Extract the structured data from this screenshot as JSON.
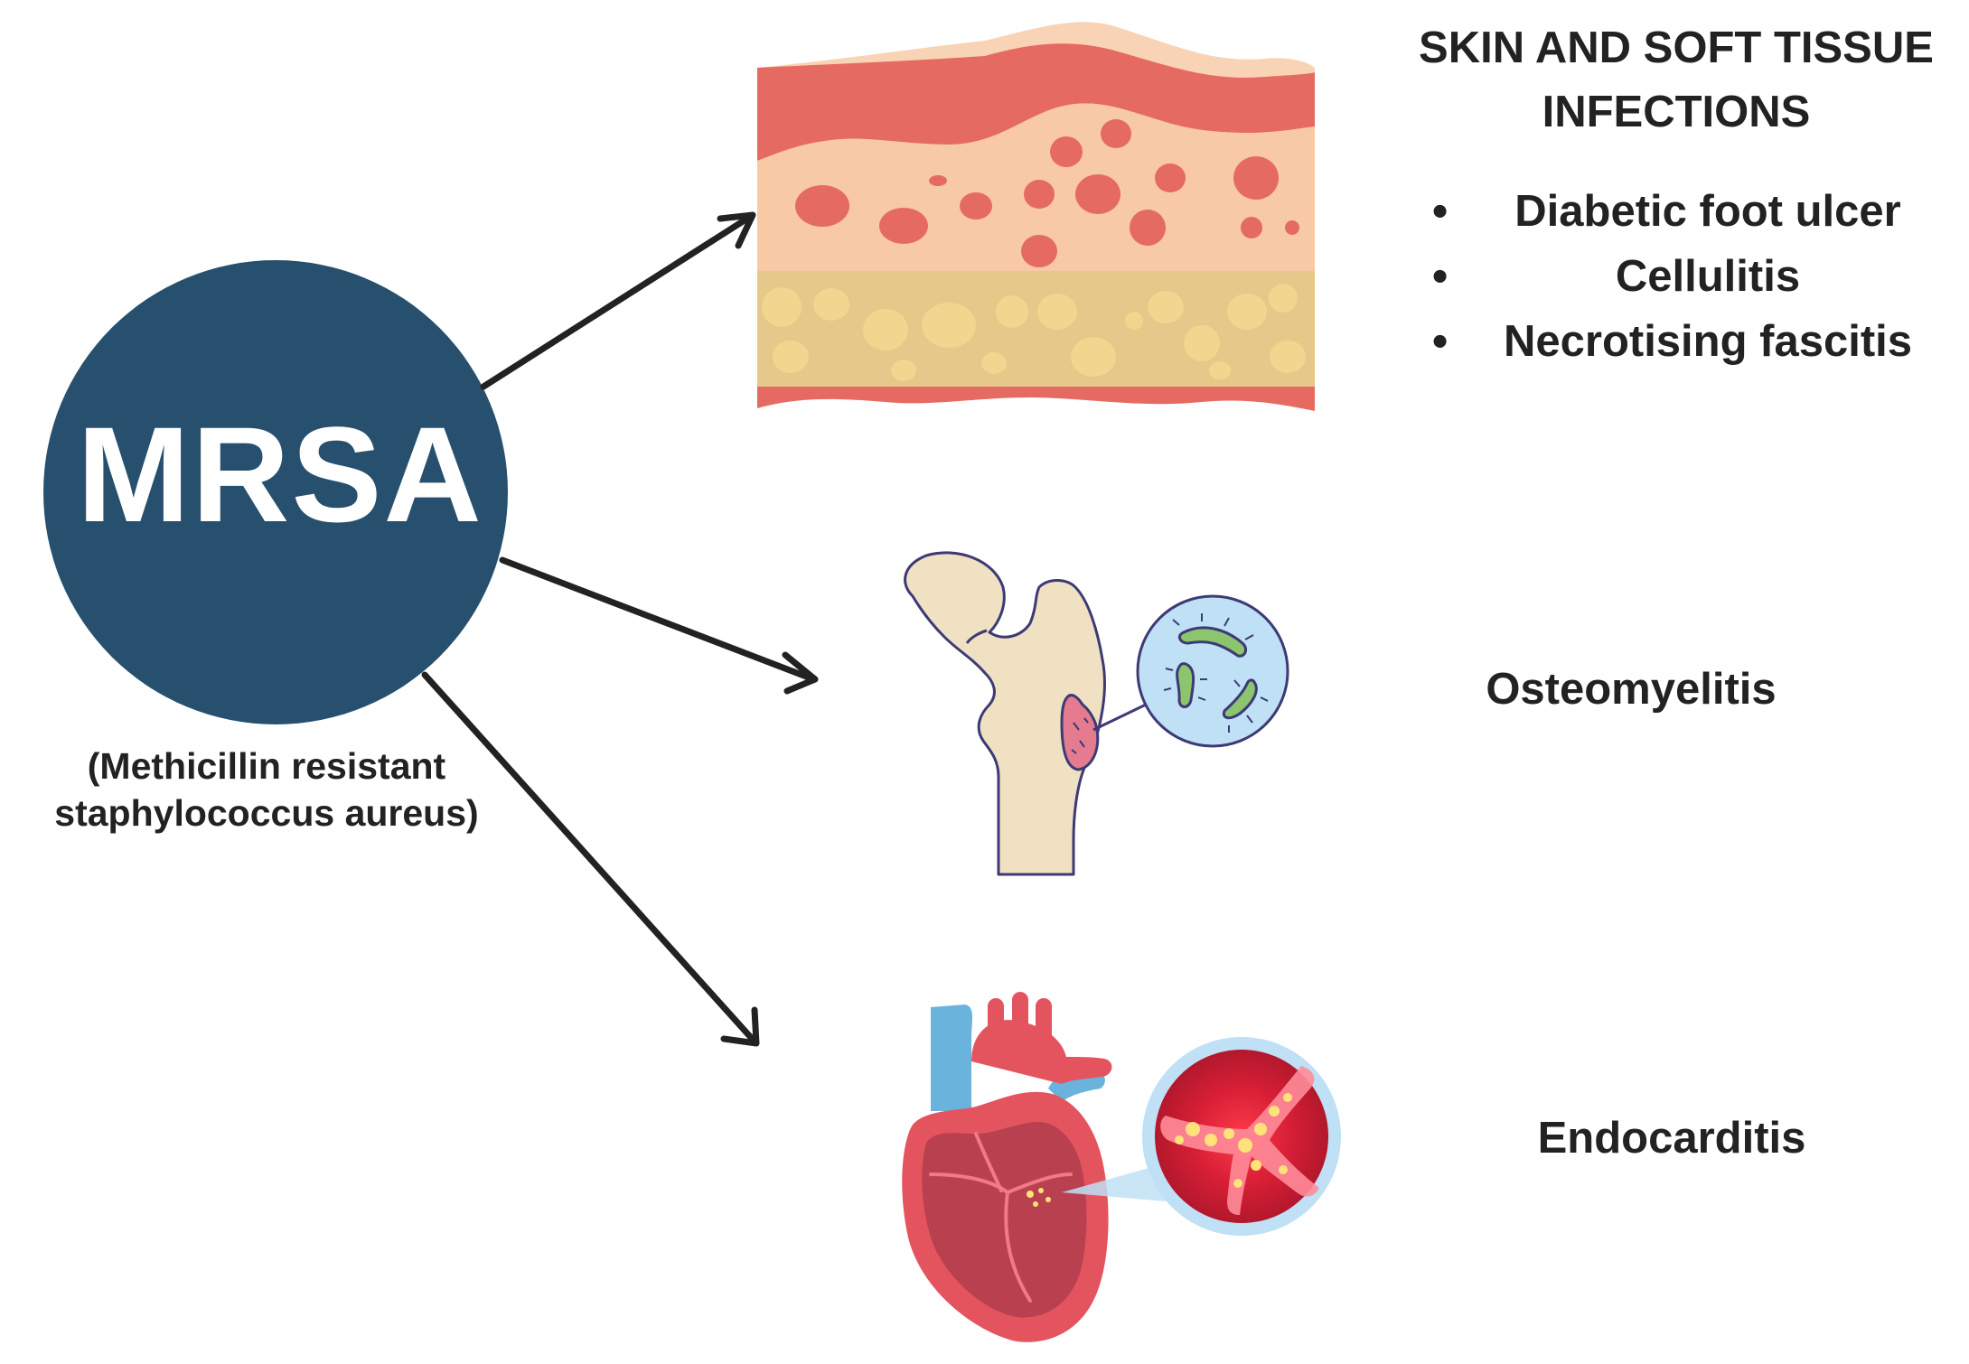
{
  "center": {
    "acronym": "MRSA",
    "full_name_line1": "(Methicillin resistant",
    "full_name_line2": "staphylococcus aureus)",
    "circle_color": "#27506f"
  },
  "skin": {
    "title_line1": "SKIN AND SOFT TISSUE",
    "title_line2": "INFECTIONS",
    "items": [
      {
        "bullet": "•",
        "label": "Diabetic foot ulcer"
      },
      {
        "bullet": "•",
        "label": "Cellulitis"
      },
      {
        "bullet": "•",
        "label": "Necrotising fascitis"
      }
    ]
  },
  "bone": {
    "label": "Osteomyelitis"
  },
  "heart": {
    "label": "Endocarditis"
  },
  "colors": {
    "arrow": "#222222",
    "skin_top": "#f7c9a5",
    "skin_red": "#e56a62",
    "fat": "#e9c67a",
    "bone": "#f0e1c3",
    "bacteria_bg": "#bfe0f5",
    "heart": "#e4545f",
    "vessel_blue": "#6ab3dc"
  }
}
